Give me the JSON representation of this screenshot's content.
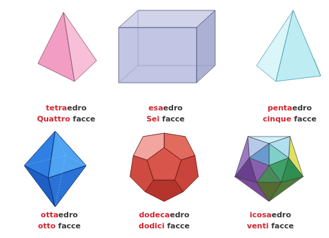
{
  "diagram": {
    "labels": [
      "tetraedro",
      "Quattro facce",
      "esaedro",
      "Sei facce",
      "pentaedro",
      "cinque facce",
      "ottaedro",
      "otto facce",
      "dodecaedro",
      "dodici facce",
      "icosaedro",
      "venti facce"
    ]
  }
}
